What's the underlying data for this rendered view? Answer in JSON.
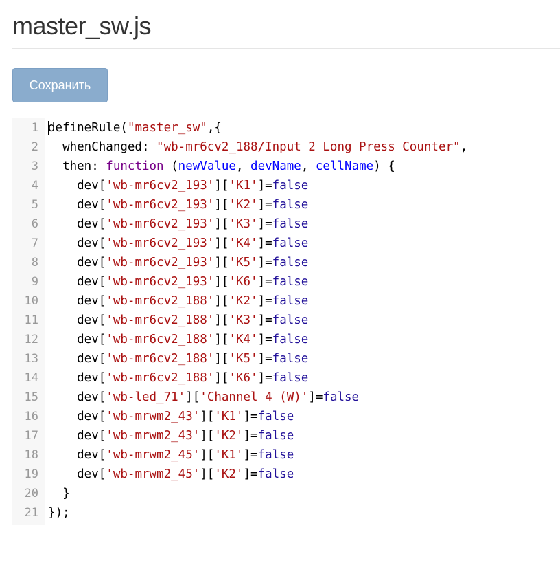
{
  "page": {
    "title": "master_sw.js"
  },
  "toolbar": {
    "save_label": "Сохранить"
  },
  "editor": {
    "lines": [
      {
        "number": "1",
        "tokens": [
          {
            "t": "defineRule(",
            "c": "plain"
          },
          {
            "t": "\"master_sw\"",
            "c": "string"
          },
          {
            "t": ",{",
            "c": "plain"
          }
        ]
      },
      {
        "number": "2",
        "tokens": [
          {
            "t": "  whenChanged: ",
            "c": "plain"
          },
          {
            "t": "\"wb-mr6cv2_188/Input 2 Long Press Counter\"",
            "c": "string"
          },
          {
            "t": ",",
            "c": "plain"
          }
        ]
      },
      {
        "number": "3",
        "tokens": [
          {
            "t": "  then: ",
            "c": "plain"
          },
          {
            "t": "function",
            "c": "keyword"
          },
          {
            "t": " (",
            "c": "plain"
          },
          {
            "t": "newValue",
            "c": "var"
          },
          {
            "t": ", ",
            "c": "plain"
          },
          {
            "t": "devName",
            "c": "var"
          },
          {
            "t": ", ",
            "c": "plain"
          },
          {
            "t": "cellName",
            "c": "var"
          },
          {
            "t": ") {",
            "c": "plain"
          }
        ]
      },
      {
        "number": "4",
        "tokens": [
          {
            "t": "    dev[",
            "c": "plain"
          },
          {
            "t": "'wb-mr6cv2_193'",
            "c": "string"
          },
          {
            "t": "][",
            "c": "plain"
          },
          {
            "t": "'K1'",
            "c": "string"
          },
          {
            "t": "]=",
            "c": "plain"
          },
          {
            "t": "false",
            "c": "atom"
          }
        ]
      },
      {
        "number": "5",
        "tokens": [
          {
            "t": "    dev[",
            "c": "plain"
          },
          {
            "t": "'wb-mr6cv2_193'",
            "c": "string"
          },
          {
            "t": "][",
            "c": "plain"
          },
          {
            "t": "'K2'",
            "c": "string"
          },
          {
            "t": "]=",
            "c": "plain"
          },
          {
            "t": "false",
            "c": "atom"
          }
        ]
      },
      {
        "number": "6",
        "tokens": [
          {
            "t": "    dev[",
            "c": "plain"
          },
          {
            "t": "'wb-mr6cv2_193'",
            "c": "string"
          },
          {
            "t": "][",
            "c": "plain"
          },
          {
            "t": "'K3'",
            "c": "string"
          },
          {
            "t": "]=",
            "c": "plain"
          },
          {
            "t": "false",
            "c": "atom"
          }
        ]
      },
      {
        "number": "7",
        "tokens": [
          {
            "t": "    dev[",
            "c": "plain"
          },
          {
            "t": "'wb-mr6cv2_193'",
            "c": "string"
          },
          {
            "t": "][",
            "c": "plain"
          },
          {
            "t": "'K4'",
            "c": "string"
          },
          {
            "t": "]=",
            "c": "plain"
          },
          {
            "t": "false",
            "c": "atom"
          }
        ]
      },
      {
        "number": "8",
        "tokens": [
          {
            "t": "    dev[",
            "c": "plain"
          },
          {
            "t": "'wb-mr6cv2_193'",
            "c": "string"
          },
          {
            "t": "][",
            "c": "plain"
          },
          {
            "t": "'K5'",
            "c": "string"
          },
          {
            "t": "]=",
            "c": "plain"
          },
          {
            "t": "false",
            "c": "atom"
          }
        ]
      },
      {
        "number": "9",
        "tokens": [
          {
            "t": "    dev[",
            "c": "plain"
          },
          {
            "t": "'wb-mr6cv2_193'",
            "c": "string"
          },
          {
            "t": "][",
            "c": "plain"
          },
          {
            "t": "'K6'",
            "c": "string"
          },
          {
            "t": "]=",
            "c": "plain"
          },
          {
            "t": "false",
            "c": "atom"
          }
        ]
      },
      {
        "number": "10",
        "tokens": [
          {
            "t": "    dev[",
            "c": "plain"
          },
          {
            "t": "'wb-mr6cv2_188'",
            "c": "string"
          },
          {
            "t": "][",
            "c": "plain"
          },
          {
            "t": "'K2'",
            "c": "string"
          },
          {
            "t": "]=",
            "c": "plain"
          },
          {
            "t": "false",
            "c": "atom"
          }
        ]
      },
      {
        "number": "11",
        "tokens": [
          {
            "t": "    dev[",
            "c": "plain"
          },
          {
            "t": "'wb-mr6cv2_188'",
            "c": "string"
          },
          {
            "t": "][",
            "c": "plain"
          },
          {
            "t": "'K3'",
            "c": "string"
          },
          {
            "t": "]=",
            "c": "plain"
          },
          {
            "t": "false",
            "c": "atom"
          }
        ]
      },
      {
        "number": "12",
        "tokens": [
          {
            "t": "    dev[",
            "c": "plain"
          },
          {
            "t": "'wb-mr6cv2_188'",
            "c": "string"
          },
          {
            "t": "][",
            "c": "plain"
          },
          {
            "t": "'K4'",
            "c": "string"
          },
          {
            "t": "]=",
            "c": "plain"
          },
          {
            "t": "false",
            "c": "atom"
          }
        ]
      },
      {
        "number": "13",
        "tokens": [
          {
            "t": "    dev[",
            "c": "plain"
          },
          {
            "t": "'wb-mr6cv2_188'",
            "c": "string"
          },
          {
            "t": "][",
            "c": "plain"
          },
          {
            "t": "'K5'",
            "c": "string"
          },
          {
            "t": "]=",
            "c": "plain"
          },
          {
            "t": "false",
            "c": "atom"
          }
        ]
      },
      {
        "number": "14",
        "tokens": [
          {
            "t": "    dev[",
            "c": "plain"
          },
          {
            "t": "'wb-mr6cv2_188'",
            "c": "string"
          },
          {
            "t": "][",
            "c": "plain"
          },
          {
            "t": "'K6'",
            "c": "string"
          },
          {
            "t": "]=",
            "c": "plain"
          },
          {
            "t": "false",
            "c": "atom"
          }
        ]
      },
      {
        "number": "15",
        "tokens": [
          {
            "t": "    dev[",
            "c": "plain"
          },
          {
            "t": "'wb-led_71'",
            "c": "string"
          },
          {
            "t": "][",
            "c": "plain"
          },
          {
            "t": "'Channel 4 (W)'",
            "c": "string"
          },
          {
            "t": "]=",
            "c": "plain"
          },
          {
            "t": "false",
            "c": "atom"
          }
        ]
      },
      {
        "number": "16",
        "tokens": [
          {
            "t": "    dev[",
            "c": "plain"
          },
          {
            "t": "'wb-mrwm2_43'",
            "c": "string"
          },
          {
            "t": "][",
            "c": "plain"
          },
          {
            "t": "'K1'",
            "c": "string"
          },
          {
            "t": "]=",
            "c": "plain"
          },
          {
            "t": "false",
            "c": "atom"
          }
        ]
      },
      {
        "number": "17",
        "tokens": [
          {
            "t": "    dev[",
            "c": "plain"
          },
          {
            "t": "'wb-mrwm2_43'",
            "c": "string"
          },
          {
            "t": "][",
            "c": "plain"
          },
          {
            "t": "'K2'",
            "c": "string"
          },
          {
            "t": "]=",
            "c": "plain"
          },
          {
            "t": "false",
            "c": "atom"
          }
        ]
      },
      {
        "number": "18",
        "tokens": [
          {
            "t": "    dev[",
            "c": "plain"
          },
          {
            "t": "'wb-mrwm2_45'",
            "c": "string"
          },
          {
            "t": "][",
            "c": "plain"
          },
          {
            "t": "'K1'",
            "c": "string"
          },
          {
            "t": "]=",
            "c": "plain"
          },
          {
            "t": "false",
            "c": "atom"
          }
        ]
      },
      {
        "number": "19",
        "tokens": [
          {
            "t": "    dev[",
            "c": "plain"
          },
          {
            "t": "'wb-mrwm2_45'",
            "c": "string"
          },
          {
            "t": "][",
            "c": "plain"
          },
          {
            "t": "'K2'",
            "c": "string"
          },
          {
            "t": "]=",
            "c": "plain"
          },
          {
            "t": "false",
            "c": "atom"
          }
        ]
      },
      {
        "number": "20",
        "tokens": [
          {
            "t": "  }",
            "c": "plain"
          }
        ]
      },
      {
        "number": "21",
        "tokens": [
          {
            "t": "});",
            "c": "plain"
          }
        ]
      }
    ]
  },
  "colors": {
    "string": "#aa1111",
    "keyword": "#770088",
    "variable": "#0000ff",
    "atom": "#221199",
    "button": "#8aaccd"
  }
}
